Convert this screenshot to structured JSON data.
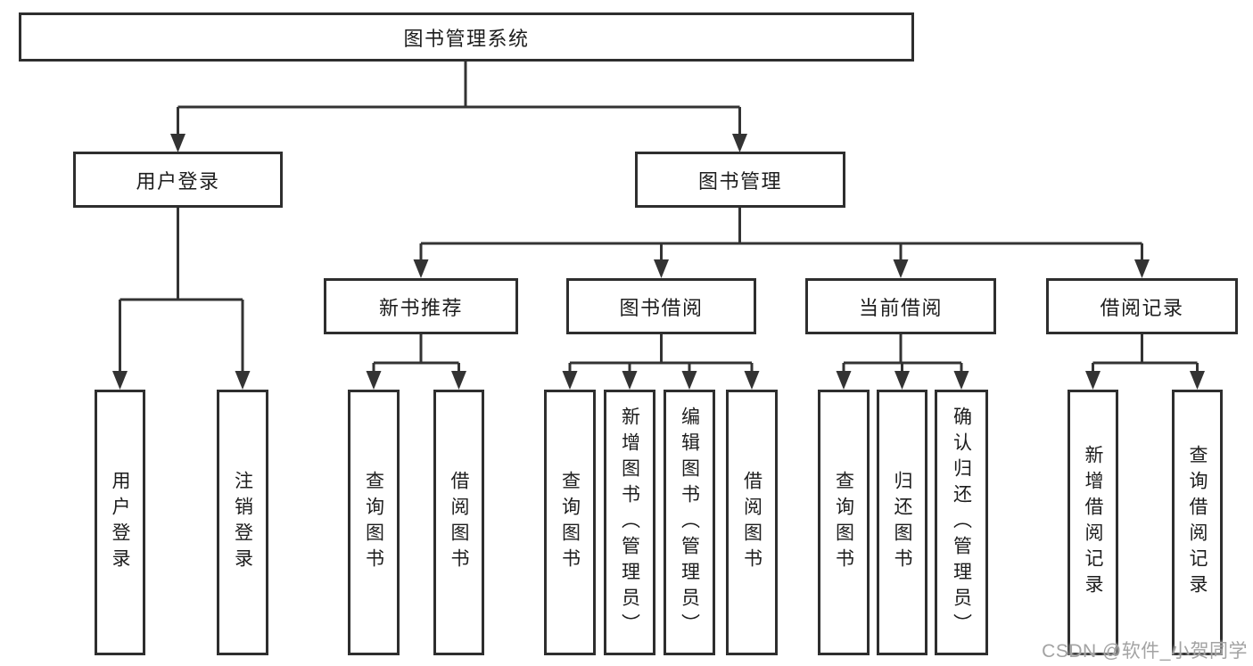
{
  "diagram": {
    "root": {
      "label": "图书管理系统"
    },
    "level2": [
      {
        "label": "用户登录",
        "parent": "图书管理系统"
      },
      {
        "label": "图书管理",
        "parent": "图书管理系统"
      }
    ],
    "level3": [
      {
        "label": "新书推荐",
        "parent": "图书管理"
      },
      {
        "label": "图书借阅",
        "parent": "图书管理"
      },
      {
        "label": "当前借阅",
        "parent": "图书管理"
      },
      {
        "label": "借阅记录",
        "parent": "图书管理"
      }
    ],
    "leaves": [
      {
        "label": "用户登录",
        "parent": "用户登录"
      },
      {
        "label": "注销登录",
        "parent": "用户登录"
      },
      {
        "label": "查询图书",
        "parent": "新书推荐"
      },
      {
        "label": "借阅图书",
        "parent": "新书推荐"
      },
      {
        "label": "查询图书",
        "parent": "图书借阅"
      },
      {
        "label": "新增图书（管理员）",
        "parent": "图书借阅"
      },
      {
        "label": "编辑图书（管理员）",
        "parent": "图书借阅"
      },
      {
        "label": "借阅图书",
        "parent": "图书借阅"
      },
      {
        "label": "查询图书",
        "parent": "当前借阅"
      },
      {
        "label": "归还图书",
        "parent": "当前借阅"
      },
      {
        "label": "确认归还（管理员）",
        "parent": "当前借阅"
      },
      {
        "label": "新增借阅记录",
        "parent": "借阅记录"
      },
      {
        "label": "查询借阅记录",
        "parent": "借阅记录"
      }
    ]
  },
  "watermark": {
    "text": "CSDN @软件_小贺同学"
  },
  "colors": {
    "line": "#333333",
    "box_border": "#2e2e2e",
    "text": "#1d1d1d",
    "watermark": "#a3a3a3",
    "background": "#ffffff"
  }
}
